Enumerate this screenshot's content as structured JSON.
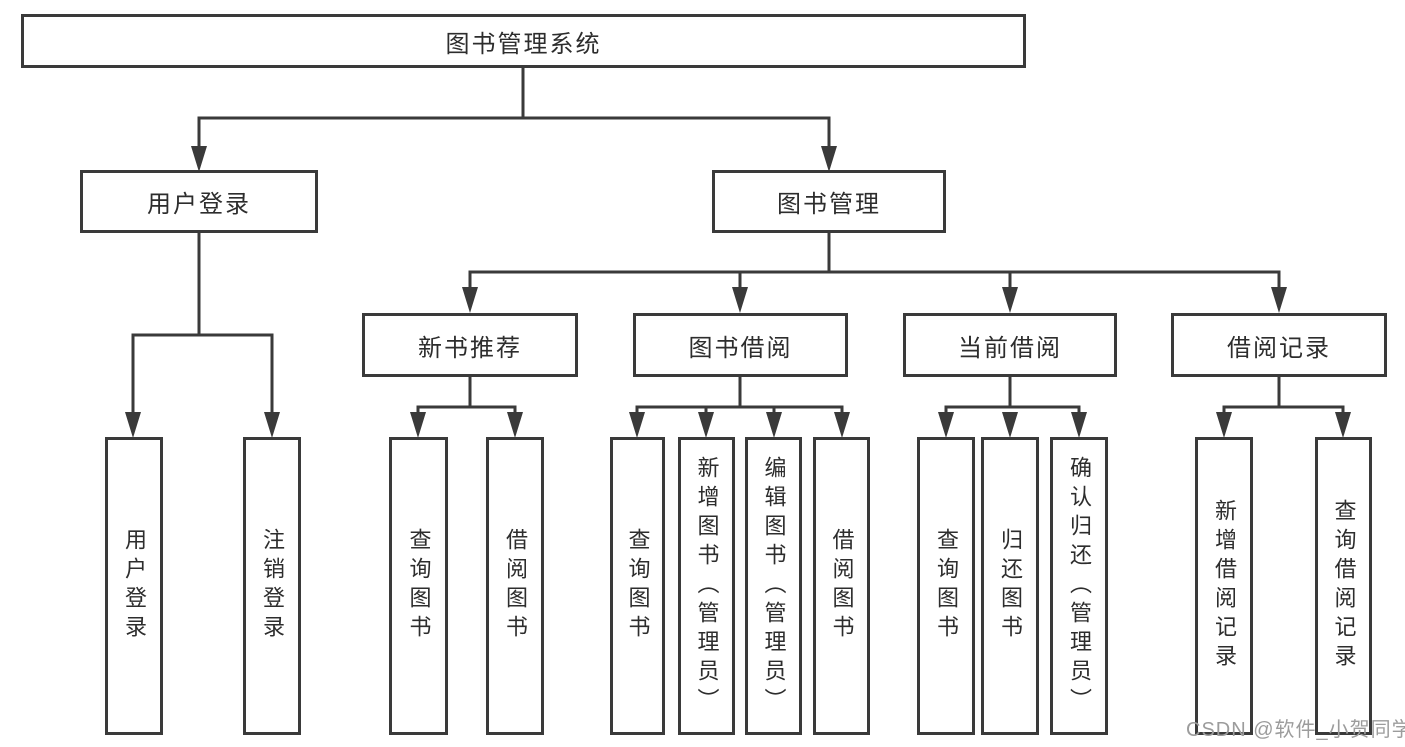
{
  "diagram": {
    "root": {
      "label": "图书管理系统"
    },
    "level1": [
      {
        "label": "用户登录"
      },
      {
        "label": "图书管理"
      }
    ],
    "level2": [
      {
        "label": "新书推荐"
      },
      {
        "label": "图书借阅"
      },
      {
        "label": "当前借阅"
      },
      {
        "label": "借阅记录"
      }
    ],
    "leaves": [
      {
        "label": "用户登录"
      },
      {
        "label": "注销登录"
      },
      {
        "label": "查询图书"
      },
      {
        "label": "借阅图书"
      },
      {
        "label": "查询图书"
      },
      {
        "label": "新增图书（管理员）"
      },
      {
        "label": "编辑图书（管理员）"
      },
      {
        "label": "借阅图书"
      },
      {
        "label": "查询图书"
      },
      {
        "label": "归还图书"
      },
      {
        "label": "确认归还（管理员）"
      },
      {
        "label": "新增借阅记录"
      },
      {
        "label": "查询借阅记录"
      }
    ],
    "edges": [
      {
        "from": "图书管理系统",
        "to": [
          "用户登录",
          "图书管理"
        ]
      },
      {
        "from": "用户登录",
        "to": [
          "用户登录",
          "注销登录"
        ]
      },
      {
        "from": "图书管理",
        "to": [
          "新书推荐",
          "图书借阅",
          "当前借阅",
          "借阅记录"
        ]
      },
      {
        "from": "新书推荐",
        "to": [
          "查询图书",
          "借阅图书"
        ]
      },
      {
        "from": "图书借阅",
        "to": [
          "查询图书",
          "新增图书（管理员）",
          "编辑图书（管理员）",
          "借阅图书"
        ]
      },
      {
        "from": "当前借阅",
        "to": [
          "查询图书",
          "归还图书",
          "确认归还（管理员）"
        ]
      },
      {
        "from": "借阅记录",
        "to": [
          "新增借阅记录",
          "查询借阅记录"
        ]
      }
    ],
    "watermark": "CSDN @软件_小贺同学",
    "colors": {
      "line": "#3a3a3a",
      "text": "#2d2d2d",
      "watermark": "#9c9c9c",
      "background": "#ffffff"
    }
  }
}
